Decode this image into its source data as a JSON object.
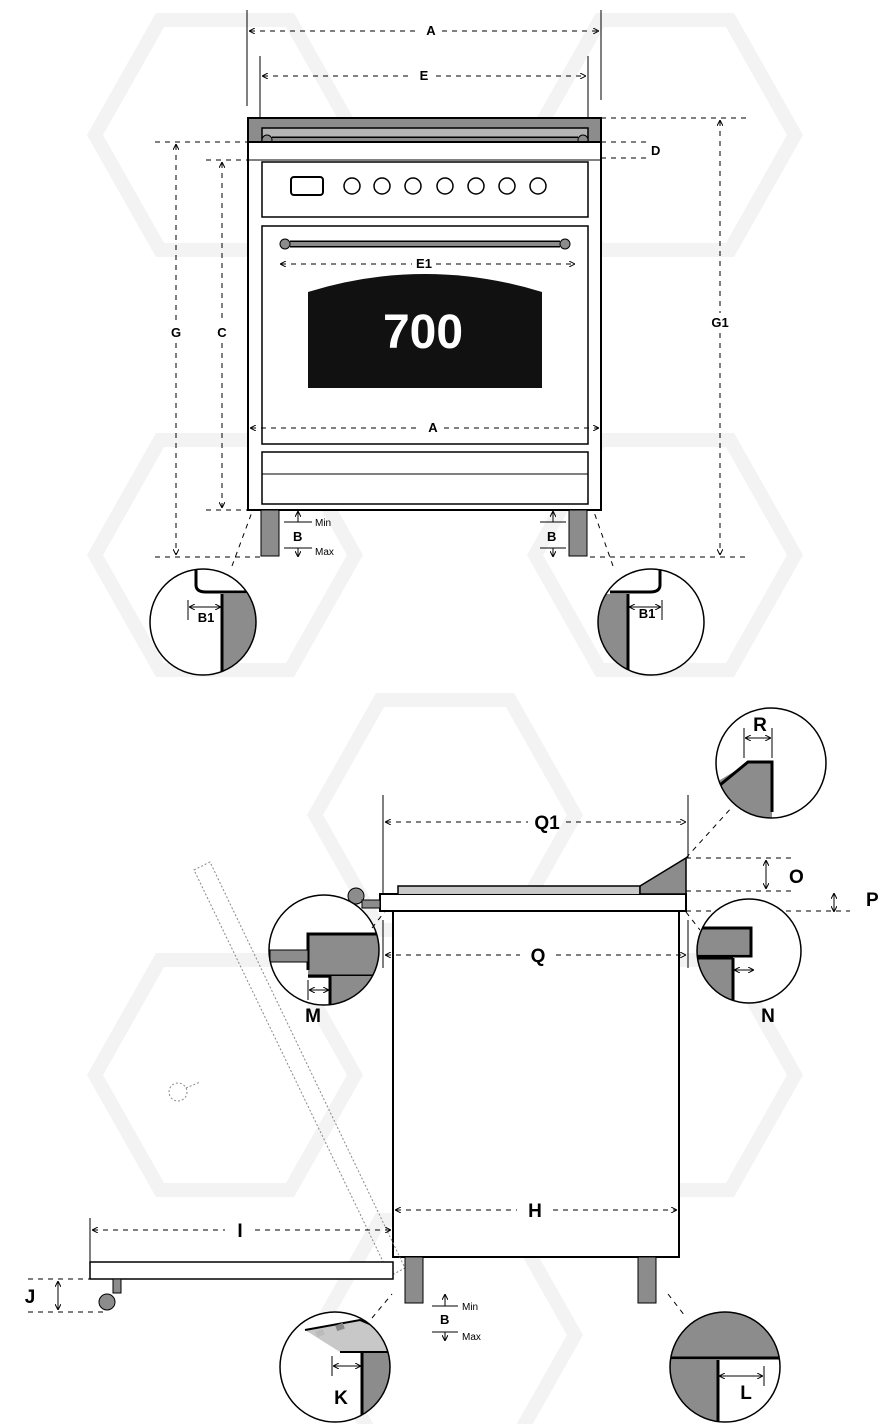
{
  "front_view": {
    "brand_number": "700",
    "dims": {
      "A_top": "A",
      "E": "E",
      "D": "D",
      "G": "G",
      "C": "C",
      "G1": "G1",
      "E1": "E1",
      "A_mid": "A",
      "B_left": "B",
      "B_right": "B",
      "min_left": "Min",
      "max_left": "Max",
      "B1_left": "B1",
      "B1_right": "B1"
    }
  },
  "side_view": {
    "dims": {
      "R": "R",
      "Q1": "Q1",
      "O": "O",
      "P": "P",
      "Q": "Q",
      "M": "M",
      "N": "N",
      "H": "H",
      "I": "I",
      "J": "J",
      "B": "B",
      "min": "Min",
      "max": "Max",
      "K": "K",
      "L": "L"
    }
  },
  "colors": {
    "line": "#000000",
    "grey": "#8c8c8c",
    "light_grey": "#c8c8c8",
    "watermark": "#f2f2f2",
    "window": "#111111"
  }
}
